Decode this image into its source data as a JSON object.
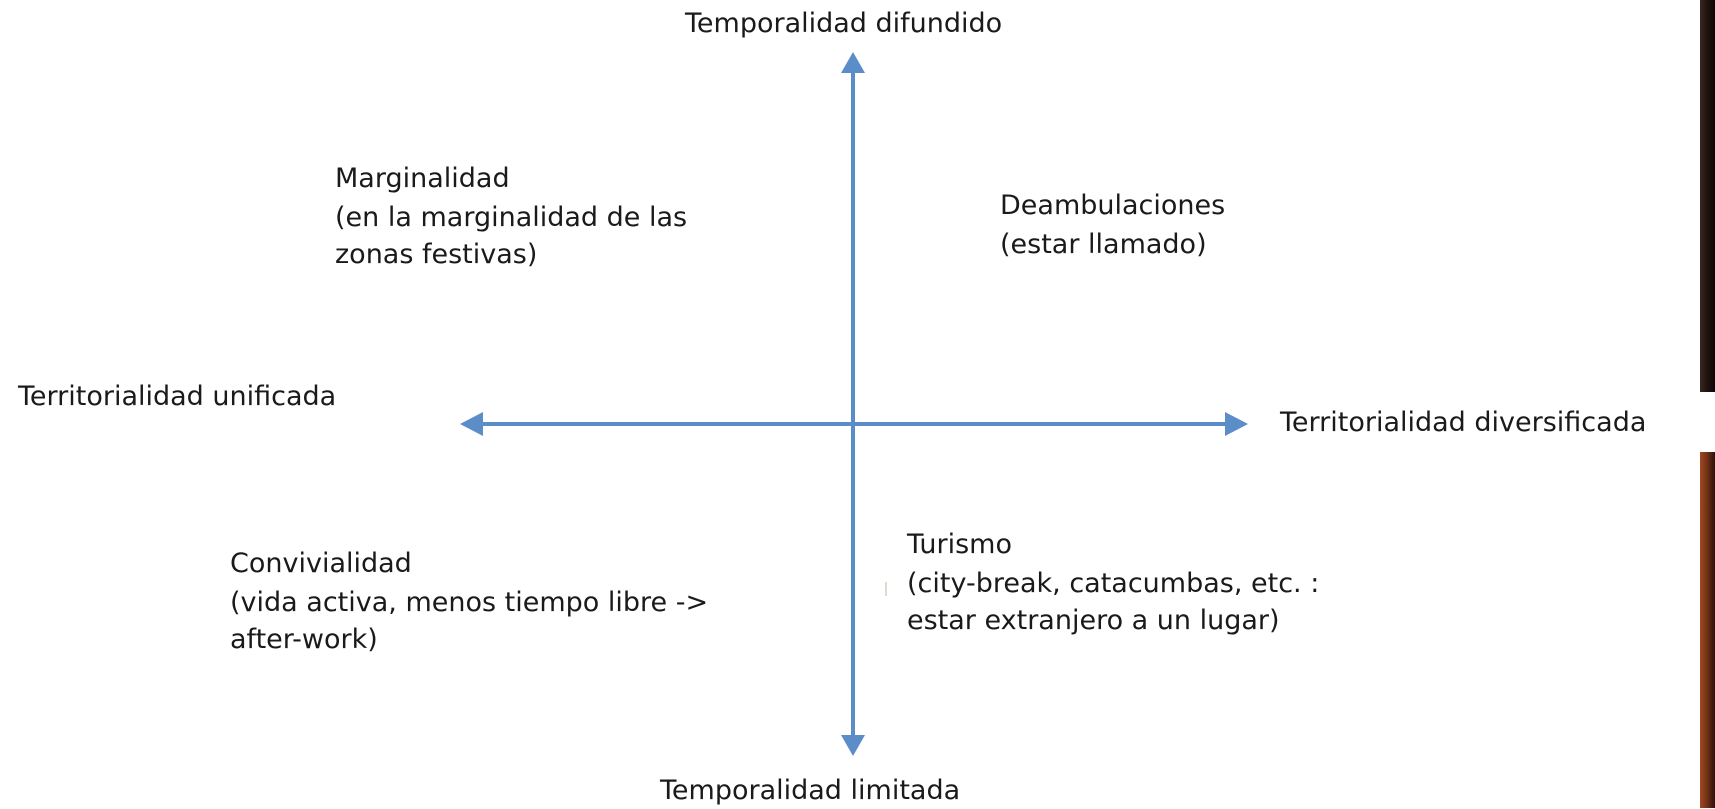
{
  "axis_color": "#5b8dc9",
  "axes": {
    "top": "Temporalidad difundido",
    "bottom": "Temporalidad limitada",
    "left": "Territorialidad unificada",
    "right": "Territorialidad diversificada"
  },
  "quadrants": {
    "top_left": {
      "title": "Marginalidad",
      "desc": "(en la marginalidad de las\nzonas festivas)"
    },
    "top_right": {
      "title": "Deambulaciones",
      "desc": "(estar llamado)"
    },
    "bottom_left": {
      "title": "Convivialidad",
      "desc": "(vida activa, menos tiempo libre ->\nafter-work)"
    },
    "bottom_right": {
      "title": "Turismo",
      "desc": "(city-break, catacumbas, etc. :\nestar extranjero a un lugar)"
    }
  }
}
